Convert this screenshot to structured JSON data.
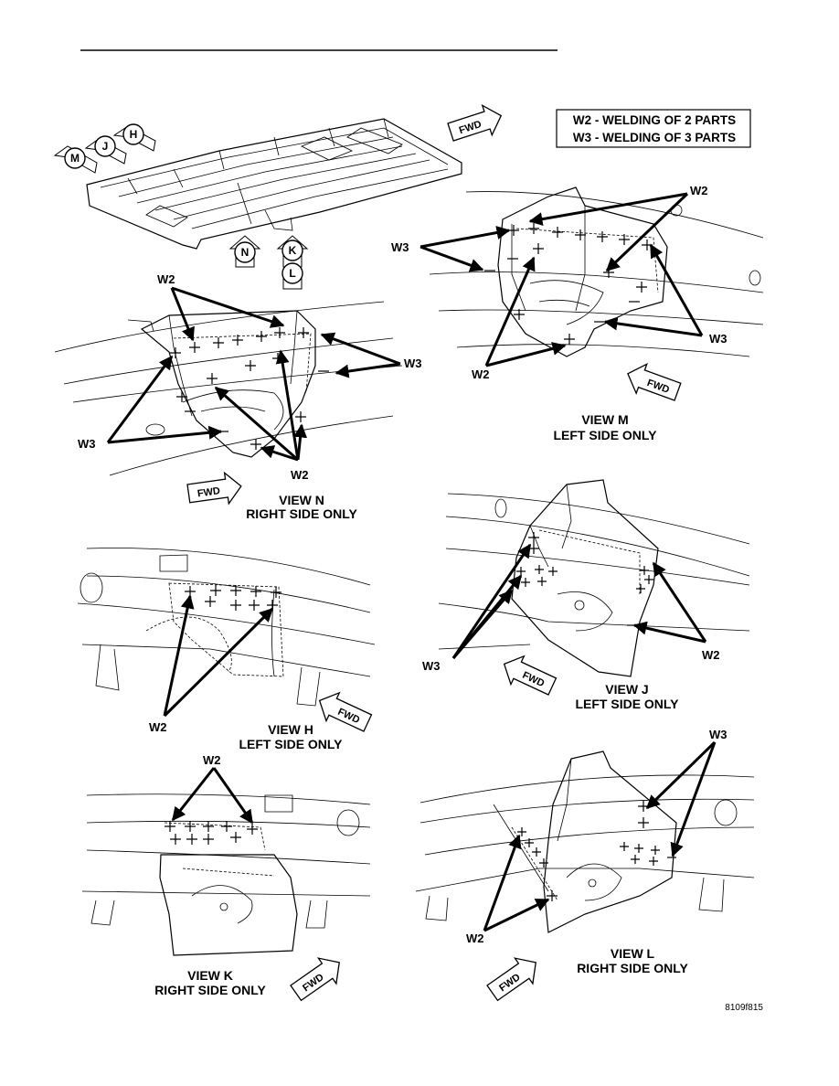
{
  "legend": {
    "w2": "W2 - WELDING OF 2 PARTS",
    "w3": "W3 - WELDING OF 3 PARTS"
  },
  "labels": {
    "w2": "W2",
    "w3": "W3",
    "fwd": "FWD"
  },
  "overview_view_letters": [
    "H",
    "J",
    "M",
    "N",
    "K",
    "L"
  ],
  "views": {
    "n": {
      "title": "VIEW N",
      "side": "RIGHT SIDE ONLY"
    },
    "m": {
      "title": "VIEW M",
      "side": "LEFT SIDE ONLY"
    },
    "h": {
      "title": "VIEW H",
      "side": "LEFT SIDE ONLY"
    },
    "j": {
      "title": "VIEW J",
      "side": "LEFT SIDE ONLY"
    },
    "k": {
      "title": "VIEW K",
      "side": "RIGHT SIDE ONLY"
    },
    "l": {
      "title": "VIEW L",
      "side": "RIGHT SIDE ONLY"
    }
  },
  "figure_id": "8109f815"
}
